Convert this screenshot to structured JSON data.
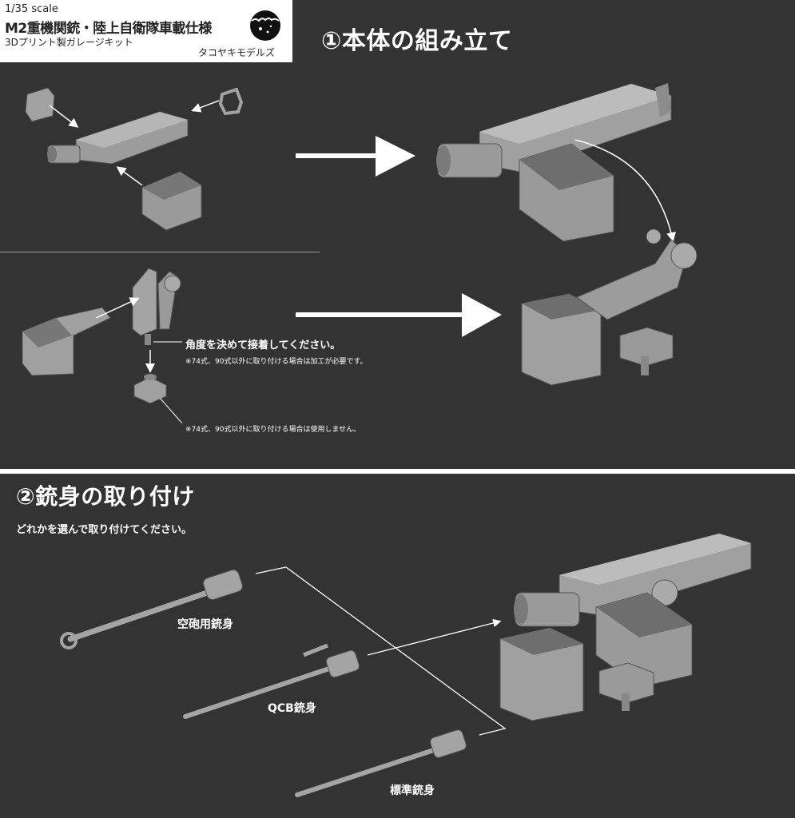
{
  "header": {
    "scale": "1/35 scale",
    "title": "M2重機関銃・陸上自衛隊車載仕様",
    "subtitle": "3Dプリント製ガレージキット",
    "brand": "タコヤキモデルズ"
  },
  "section1": {
    "title": "①本体の組み立て",
    "note_main": "角度を決めて接着してください。",
    "note_sub1": "※74式、90式以外に取り付ける場合は加工が必要です。",
    "note_sub2": "※74式、90式以外に取り付ける場合は使用しません。"
  },
  "section2": {
    "title": "②銃身の取り付け",
    "subtitle": "どれかを選んで取り付けてください。",
    "barrels": [
      {
        "label": "空砲用銃身"
      },
      {
        "label": "QCB銃身"
      },
      {
        "label": "標準銃身"
      }
    ]
  },
  "colors": {
    "background": "#333333",
    "part_gray": "#a8a8a8",
    "part_dark": "#6e6e6e",
    "arrow": "#ffffff"
  },
  "icons": [
    "takoyaki-logo-icon",
    "arrow-right-icon"
  ]
}
